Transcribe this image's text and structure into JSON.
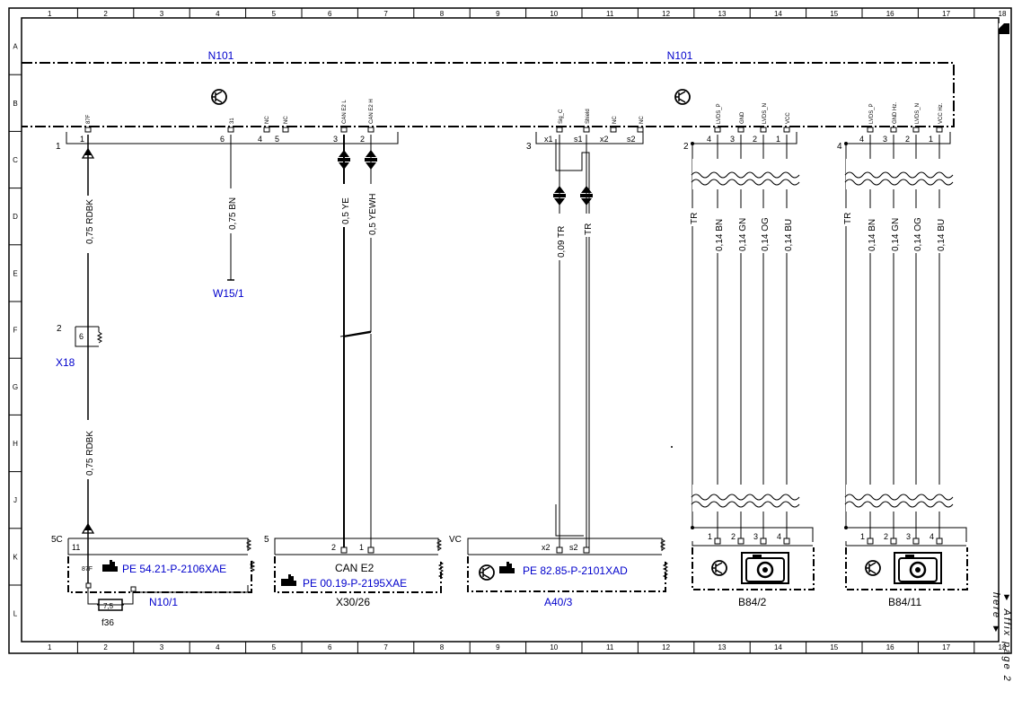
{
  "frame": {
    "columns": [
      "1",
      "2",
      "3",
      "4",
      "5",
      "6",
      "7",
      "8",
      "9",
      "10",
      "11",
      "12",
      "13",
      "14",
      "15",
      "16",
      "17",
      "18"
    ],
    "rows": [
      "A",
      "B",
      "C",
      "D",
      "E",
      "F",
      "G",
      "H",
      "J",
      "K",
      "L"
    ]
  },
  "modules": {
    "n101_left": "N101",
    "n101_right": "N101"
  },
  "connector_n101_pins": {
    "c1": {
      "id": "1",
      "pins": [
        {
          "name": "87F",
          "num": "1"
        },
        {
          "name": "31",
          "num": "6"
        },
        {
          "name": "NC",
          "num": "4"
        },
        {
          "name": "NC",
          "num": "5"
        },
        {
          "name": "CAN E2 L",
          "num": "3"
        },
        {
          "name": "CAN E2 H",
          "num": "2"
        }
      ]
    },
    "c3": {
      "id": "3",
      "pins": [
        {
          "name": "Sig_C",
          "num": "x1"
        },
        {
          "name": "Shield",
          "num": "s1"
        },
        {
          "name": "NC",
          "num": "x2"
        },
        {
          "name": "NC",
          "num": "s2"
        }
      ]
    },
    "c2": {
      "id": "2",
      "pins": [
        {
          "name": "LVDS_P",
          "num": "4"
        },
        {
          "name": "GND",
          "num": "3"
        },
        {
          "name": "LVDS_N",
          "num": "2"
        },
        {
          "name": "VCC",
          "num": "1"
        }
      ]
    },
    "c4": {
      "id": "4",
      "pins": [
        {
          "name": "LVDS_P",
          "num": "4"
        },
        {
          "name": "GND Hz.",
          "num": "3"
        },
        {
          "name": "LVDS_N",
          "num": "2"
        },
        {
          "name": "VCC Hz.",
          "num": "1"
        }
      ]
    }
  },
  "wires": {
    "w87f_upper": "0,75 RDBK",
    "w87f_lower": "0,75 RDBK",
    "w31": "0,75 BN",
    "can_l": "0,5 YE",
    "can_h": "0,5 YEWH",
    "sig": "0,09 TR",
    "shield": "TR",
    "cam1": [
      "TR",
      "0,14 BN",
      "0,14 GN",
      "0,14 OG",
      "0,14 BU"
    ],
    "cam2": [
      "TR",
      "0,14 BN",
      "0,14 GN",
      "0,14 OG",
      "0,14 BU"
    ]
  },
  "components": {
    "w15": "W15/1",
    "x18": "X18",
    "x18_conn": "2",
    "x18_pin": "6",
    "n10": {
      "label": "N10/1",
      "conn": "5C",
      "pin_num": "11",
      "pin_name": "87F",
      "ref": "PE 54.21-P-2106XAE"
    },
    "fuse": {
      "label": "f36",
      "value": "7,5"
    },
    "x30": {
      "label": "X30/26",
      "conn": "5",
      "pin1": "2",
      "pin2": "1",
      "title": "CAN E2",
      "ref": "PE 00.19-P-2195XAE"
    },
    "a40": {
      "label": "A40/3",
      "conn": "VC",
      "pin1": "x2",
      "pin2": "s2",
      "ref": "PE 82.85-P-2101XAD"
    },
    "b84_2": {
      "label": "B84/2",
      "pins": [
        "1",
        "2",
        "3",
        "4"
      ]
    },
    "b84_11": {
      "label": "B84/11",
      "pins": [
        "1",
        "2",
        "3",
        "4"
      ]
    }
  },
  "side_note": "▼ Affix page 2 here ▼",
  "colors": {
    "line": "#000000",
    "label_blue": "#0000cc",
    "paper": "#ffffff"
  },
  "icons": [
    "transistor-icon",
    "camera-icon",
    "pointing-hand-icon",
    "fuse-icon",
    "sheet-corner-icon"
  ]
}
